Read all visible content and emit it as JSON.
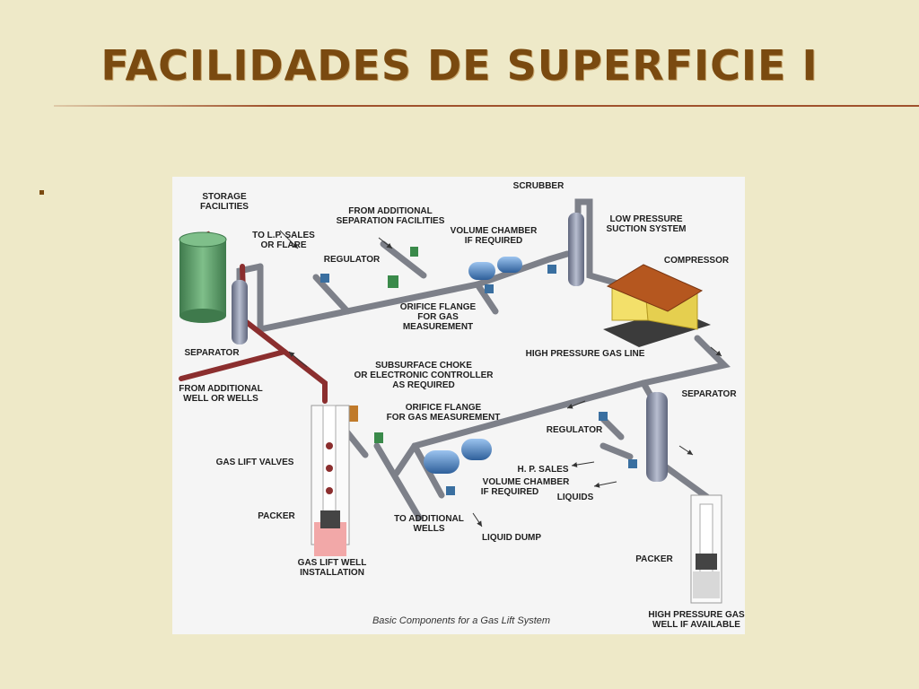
{
  "slide": {
    "title": "FACILIDADES DE SUPERFICIE I",
    "bullet_text": ""
  },
  "diagram": {
    "caption": "Basic Components for a Gas Lift System",
    "labels": {
      "storage_l1": "STORAGE",
      "storage_l2": "FACILITIES",
      "to_lp_l1": "TO L.P. SALES",
      "to_lp_l2": "OR FLARE",
      "from_sep_l1": "FROM ADDITIONAL",
      "from_sep_l2": "SEPARATION FACILITIES",
      "regulator_top": "REGULATOR",
      "volume_top_l1": "VOLUME CHAMBER",
      "volume_top_l2": "IF REQUIRED",
      "scrubber": "SCRUBBER",
      "lps_l1": "LOW PRESSURE",
      "lps_l2": "SUCTION SYSTEM",
      "compressor": "COMPRESSOR",
      "orifice_top_l1": "ORIFICE FLANGE",
      "orifice_top_l2": "FOR GAS",
      "orifice_top_l3": "MEASUREMENT",
      "separator_left": "SEPARATOR",
      "hp_gas_line": "HIGH PRESSURE GAS LINE",
      "choke_l1": "SUBSURFACE CHOKE",
      "choke_l2": "OR ELECTRONIC CONTROLLER",
      "choke_l3": "AS REQUIRED",
      "from_wells_l1": "FROM ADDITIONAL",
      "from_wells_l2": "WELL OR WELLS",
      "separator_right": "SEPARATOR",
      "orifice_mid_l1": "ORIFICE FLANGE",
      "orifice_mid_l2": "FOR GAS MEASUREMENT",
      "regulator_mid": "REGULATOR",
      "gas_lift_valves": "GAS LIFT VALVES",
      "hp_sales": "H. P. SALES",
      "volume_mid_l1": "VOLUME CHAMBER",
      "volume_mid_l2": "IF REQUIRED",
      "liquids": "LIQUIDS",
      "packer_left": "PACKER",
      "to_add_wells_l1": "TO ADDITIONAL",
      "to_add_wells_l2": "WELLS",
      "liquid_dump": "LIQUID DUMP",
      "packer_right": "PACKER",
      "gl_well_l1": "GAS LIFT WELL",
      "gl_well_l2": "INSTALLATION",
      "hp_well_l1": "HIGH PRESSURE GAS",
      "hp_well_l2": "WELL IF AVAILABLE"
    },
    "colors": {
      "pipe": "#7d8089",
      "oil_pipe": "#8b2e2e",
      "storage_tank": "#5f9a6a",
      "vessel": "#8a92a8",
      "volume_chamber": "#4f86c6",
      "compressor_wall": "#f3e06a",
      "compressor_roof": "#b5571f",
      "meter": "#3a8a4a",
      "regulator": "#3a6fa0"
    }
  }
}
